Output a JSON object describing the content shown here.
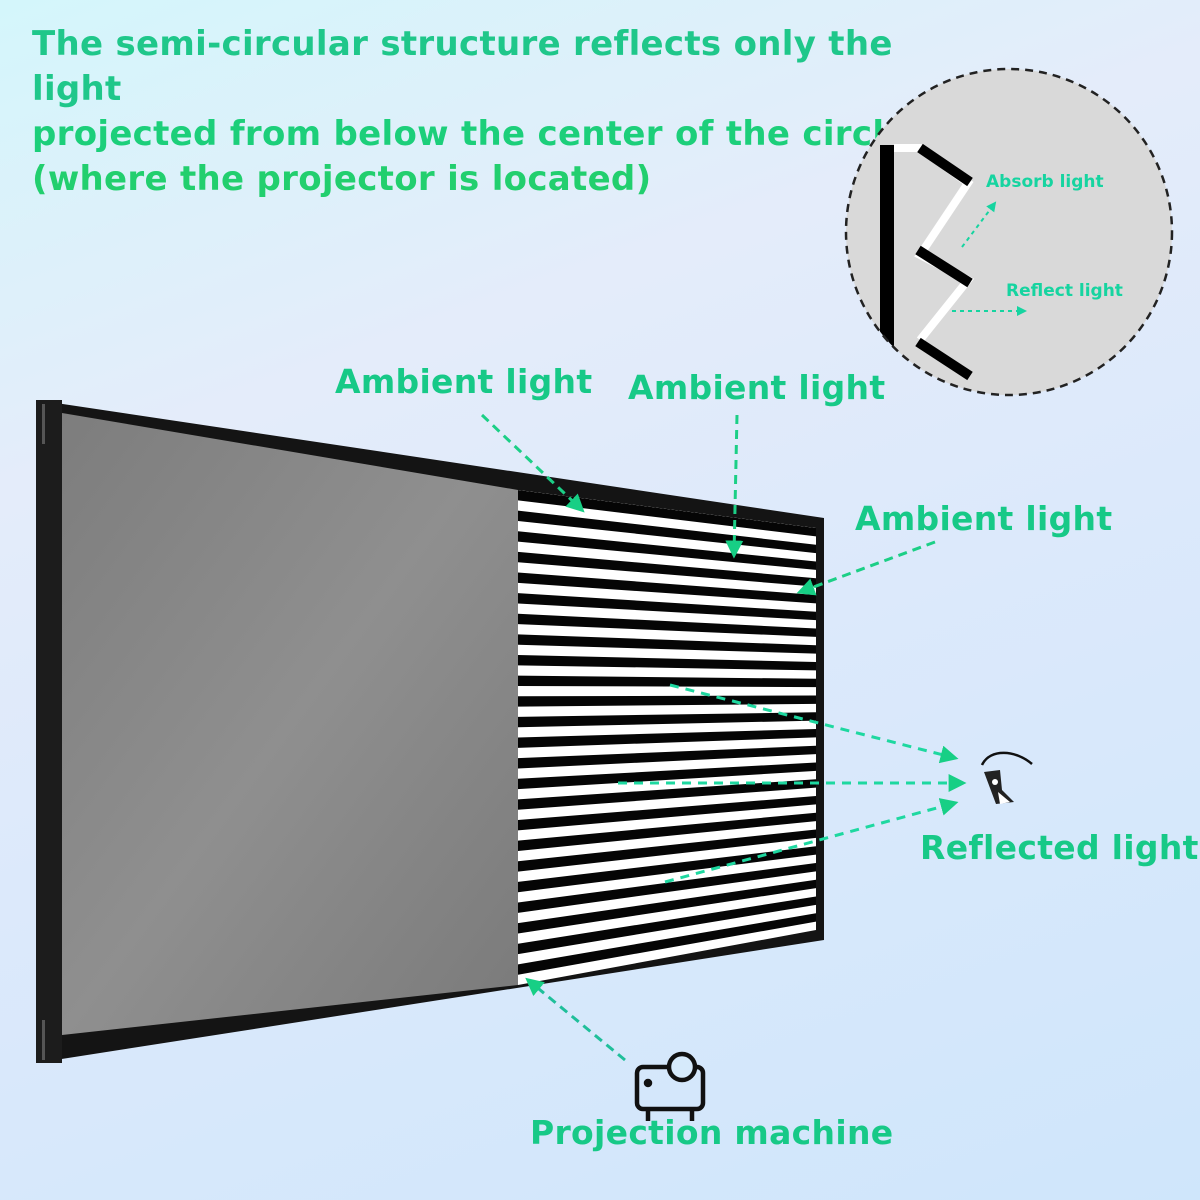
{
  "headline": {
    "line1": "The semi-circular structure reflects only the light",
    "line2": "projected from below the center of the circle",
    "line3": "(where the projector is located)"
  },
  "inset": {
    "absorb_label": "Absorb light",
    "reflect_label": "Reflect light"
  },
  "labels": {
    "ambient_1": "Ambient light",
    "ambient_2": "Ambient light",
    "ambient_3": "Ambient light",
    "reflected": "Reflected light",
    "projector": "Projection machine"
  },
  "icons": {
    "eye": "eye-icon",
    "projector": "projector-icon"
  },
  "colors": {
    "accent_green": "#17c987",
    "frame": "#111111",
    "panel_gray": "#8a8a8a",
    "inset_bg": "#d9d9d9"
  }
}
